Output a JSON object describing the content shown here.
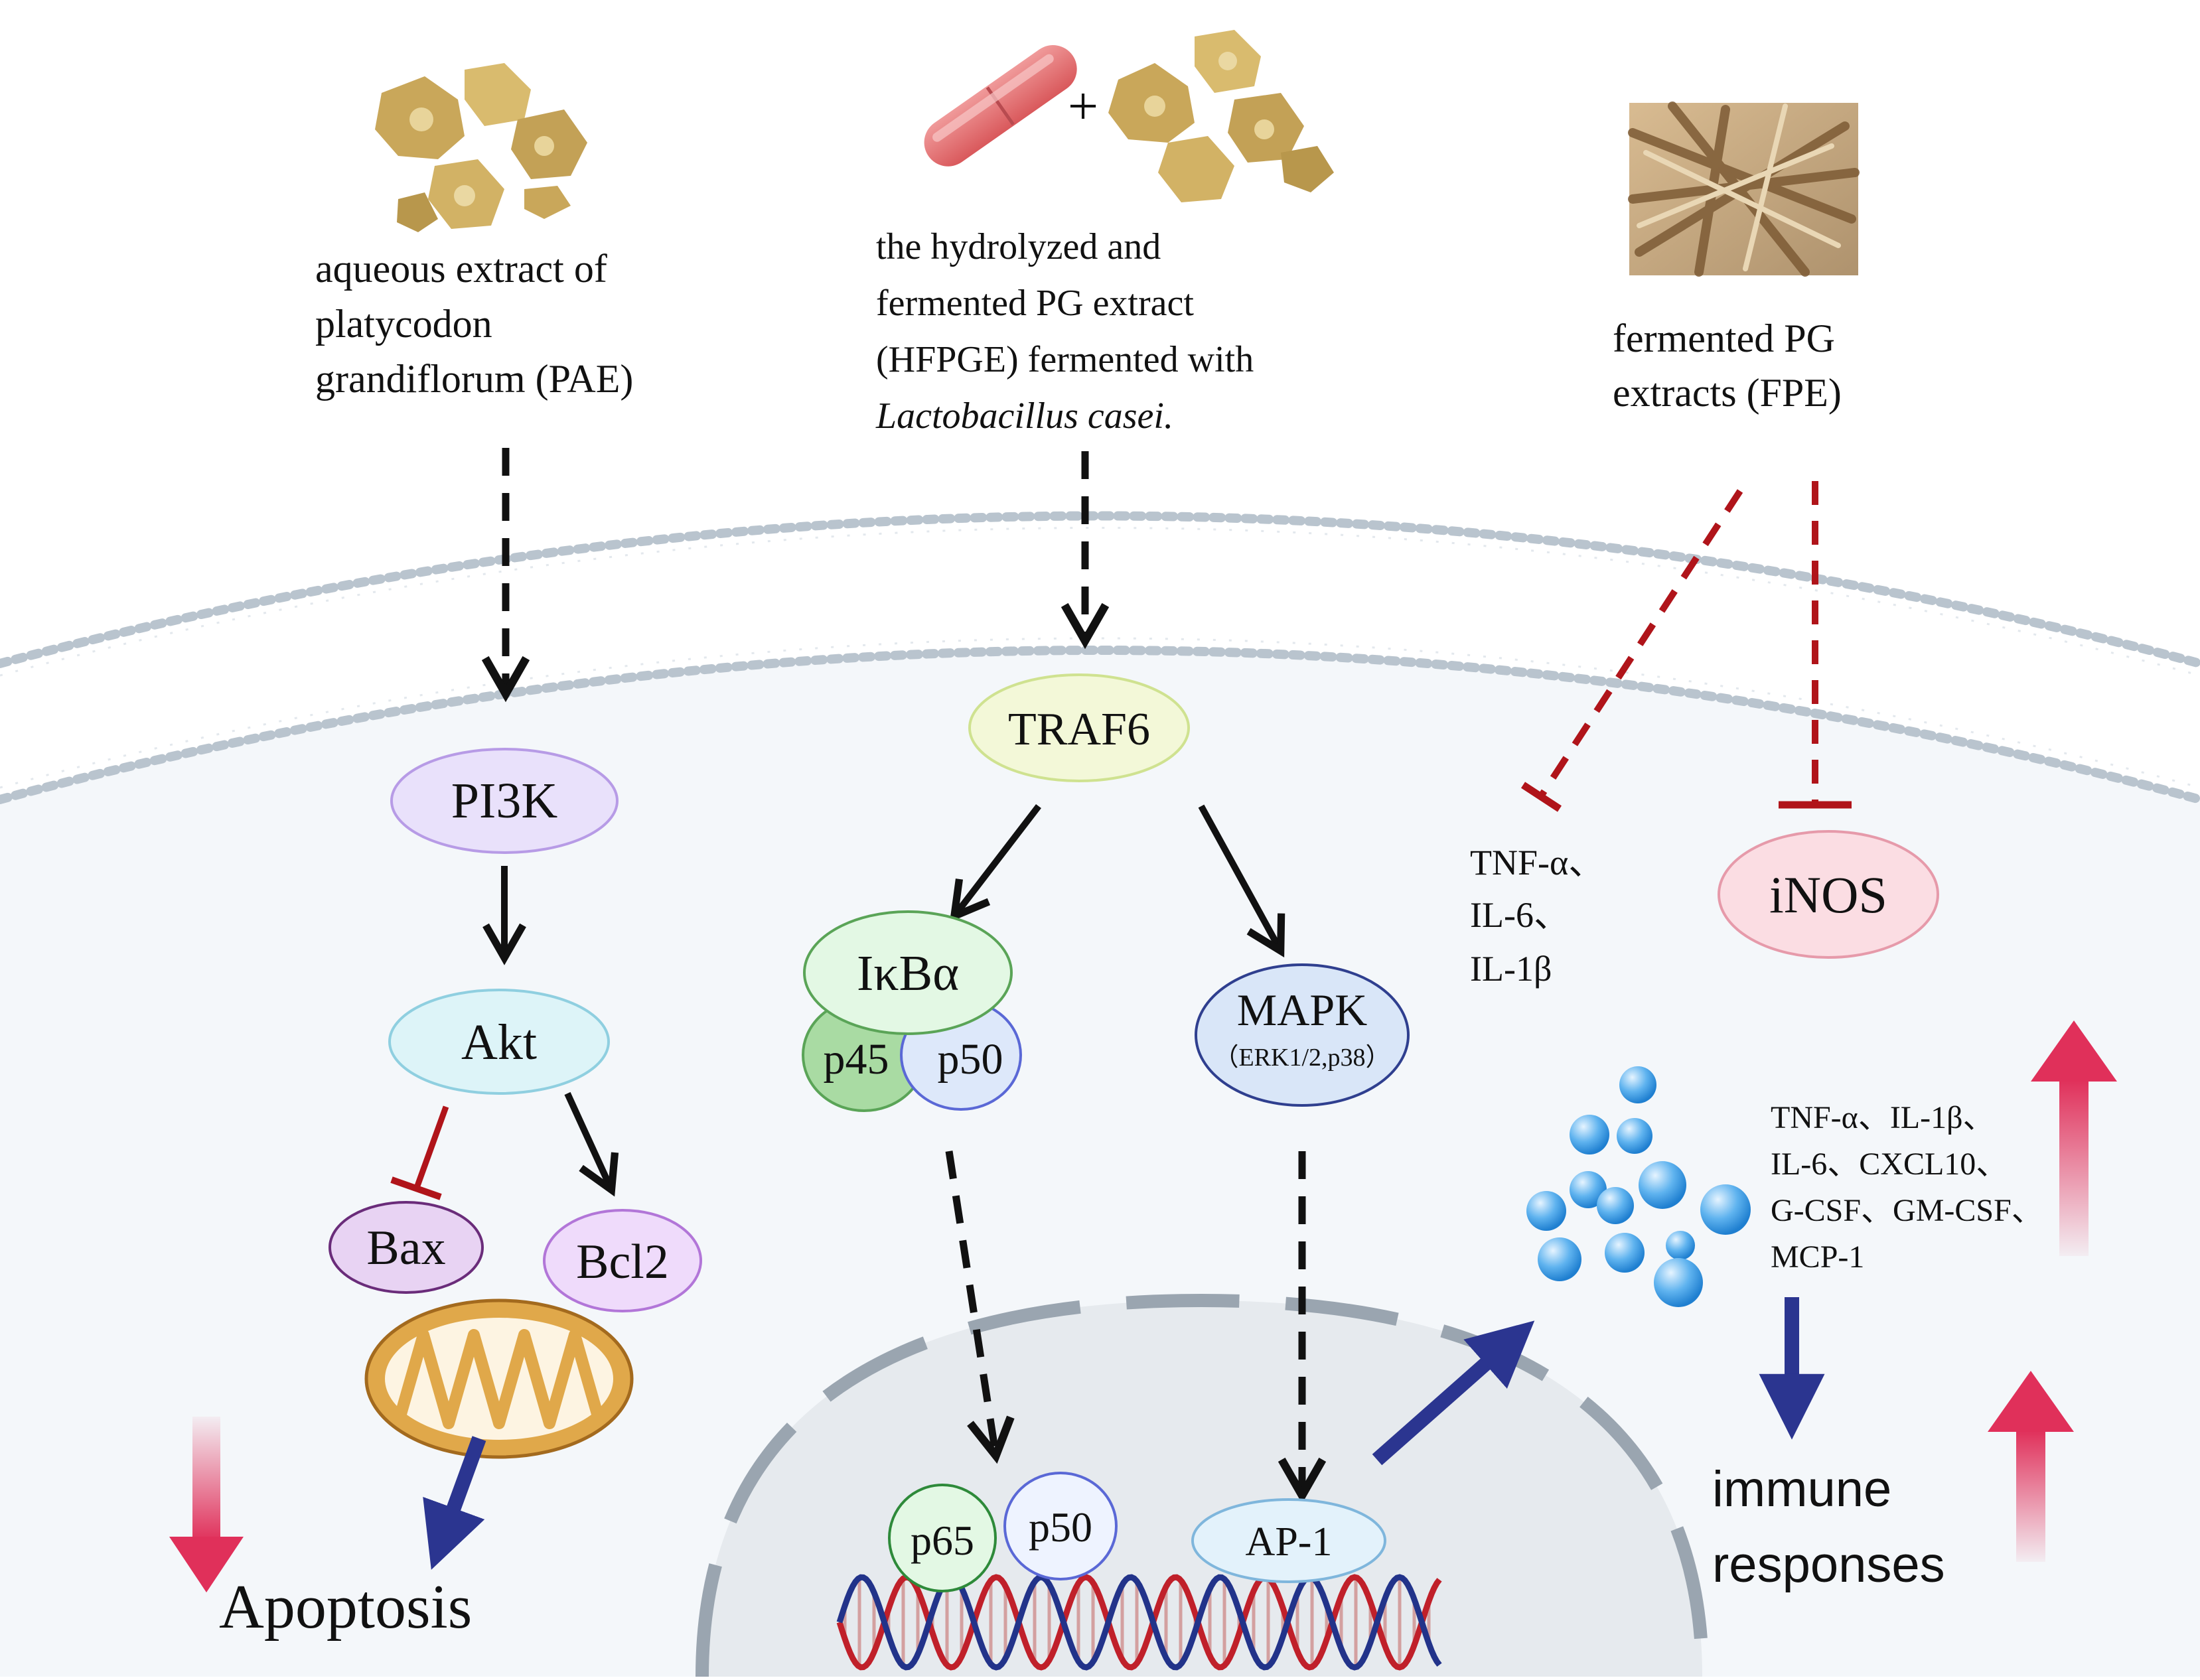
{
  "sources": {
    "pae": {
      "lines": [
        "aqueous extract of",
        "platycodon",
        "grandiflorum (PAE)"
      ]
    },
    "hfpge": {
      "lines": [
        "the hydrolyzed and",
        "fermented PG extract",
        "(HFPGE) fermented with"
      ],
      "italic_line": "Lactobacillus casei.",
      "plus": "+"
    },
    "fpe": {
      "lines": [
        "fermented PG",
        "extracts (FPE)"
      ]
    }
  },
  "nodes": {
    "pi3k": "PI3K",
    "akt": "Akt",
    "bax": "Bax",
    "bcl2": "Bcl2",
    "traf6": "TRAF6",
    "ikba": "IκBα",
    "p45": "p45",
    "p50_top": "p50",
    "mapk": "MAPK",
    "mapk_sub": "（ERK1/2,p38）",
    "p65": "p65",
    "p50_bottom": "p50",
    "ap1": "AP-1",
    "inos": "iNOS"
  },
  "labels": {
    "apoptosis": "Apoptosis",
    "inhibited_cytokines": [
      "TNF-α、",
      "IL-6、",
      "IL-1β"
    ],
    "induced_cytokines": [
      "TNF-α、IL-1β、",
      "IL-6、CXCL10、",
      "G-CSF、GM-CSF、",
      "MCP-1"
    ],
    "immune": [
      "immune",
      "responses"
    ]
  },
  "colors": {
    "pi3k": "#e9e1fb",
    "akt": "#ddf4f8",
    "bax": "#e8d3f3",
    "bcl2": "#efdbfb",
    "traf6": "#f3f8d8",
    "ikba": "#e3f8e4",
    "p45": "#a9dba3",
    "p50": "#dde8fa",
    "mapk": "#d9e6f8",
    "ap1": "#e3f2fb",
    "inos": "#fbdde3",
    "inhibit_red": "#b0141a",
    "arrow_navy": "#2b3590",
    "increase_arrow": "#e0305a"
  }
}
